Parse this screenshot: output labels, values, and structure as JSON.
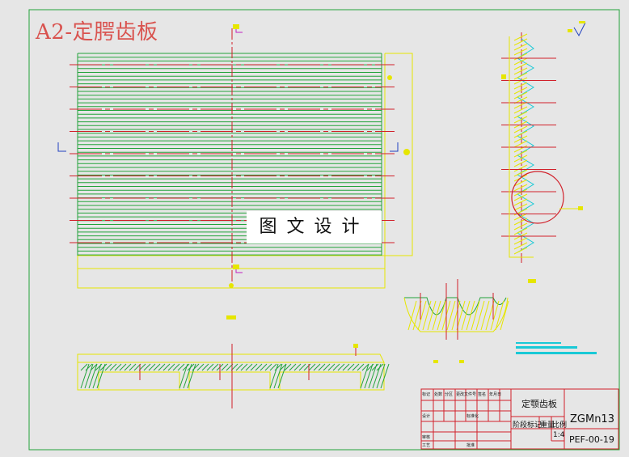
{
  "title": "A2-定腭齿板",
  "watermark": "图文设计",
  "title_block": {
    "part_name": "定颚齿板",
    "material": "ZGMn13",
    "drawing_no": "PEF-00-19",
    "scale": "1:4",
    "stage_label": "阶段标记",
    "weight_label": "重量",
    "ratio_label": "比例",
    "row_labels": [
      "标记",
      "设计",
      "审核",
      "工艺"
    ],
    "small_labels": [
      "处数",
      "分区",
      "更改文件号",
      "签名",
      "年月日",
      "标准化",
      "批准"
    ]
  },
  "colors": {
    "background": "#e6e6e6",
    "green": "#22a33a",
    "yellow": "#e6e600",
    "red": "#d1202a",
    "magenta": "#c020c0",
    "cyan": "#19c9d6",
    "title": "#d9534f"
  }
}
